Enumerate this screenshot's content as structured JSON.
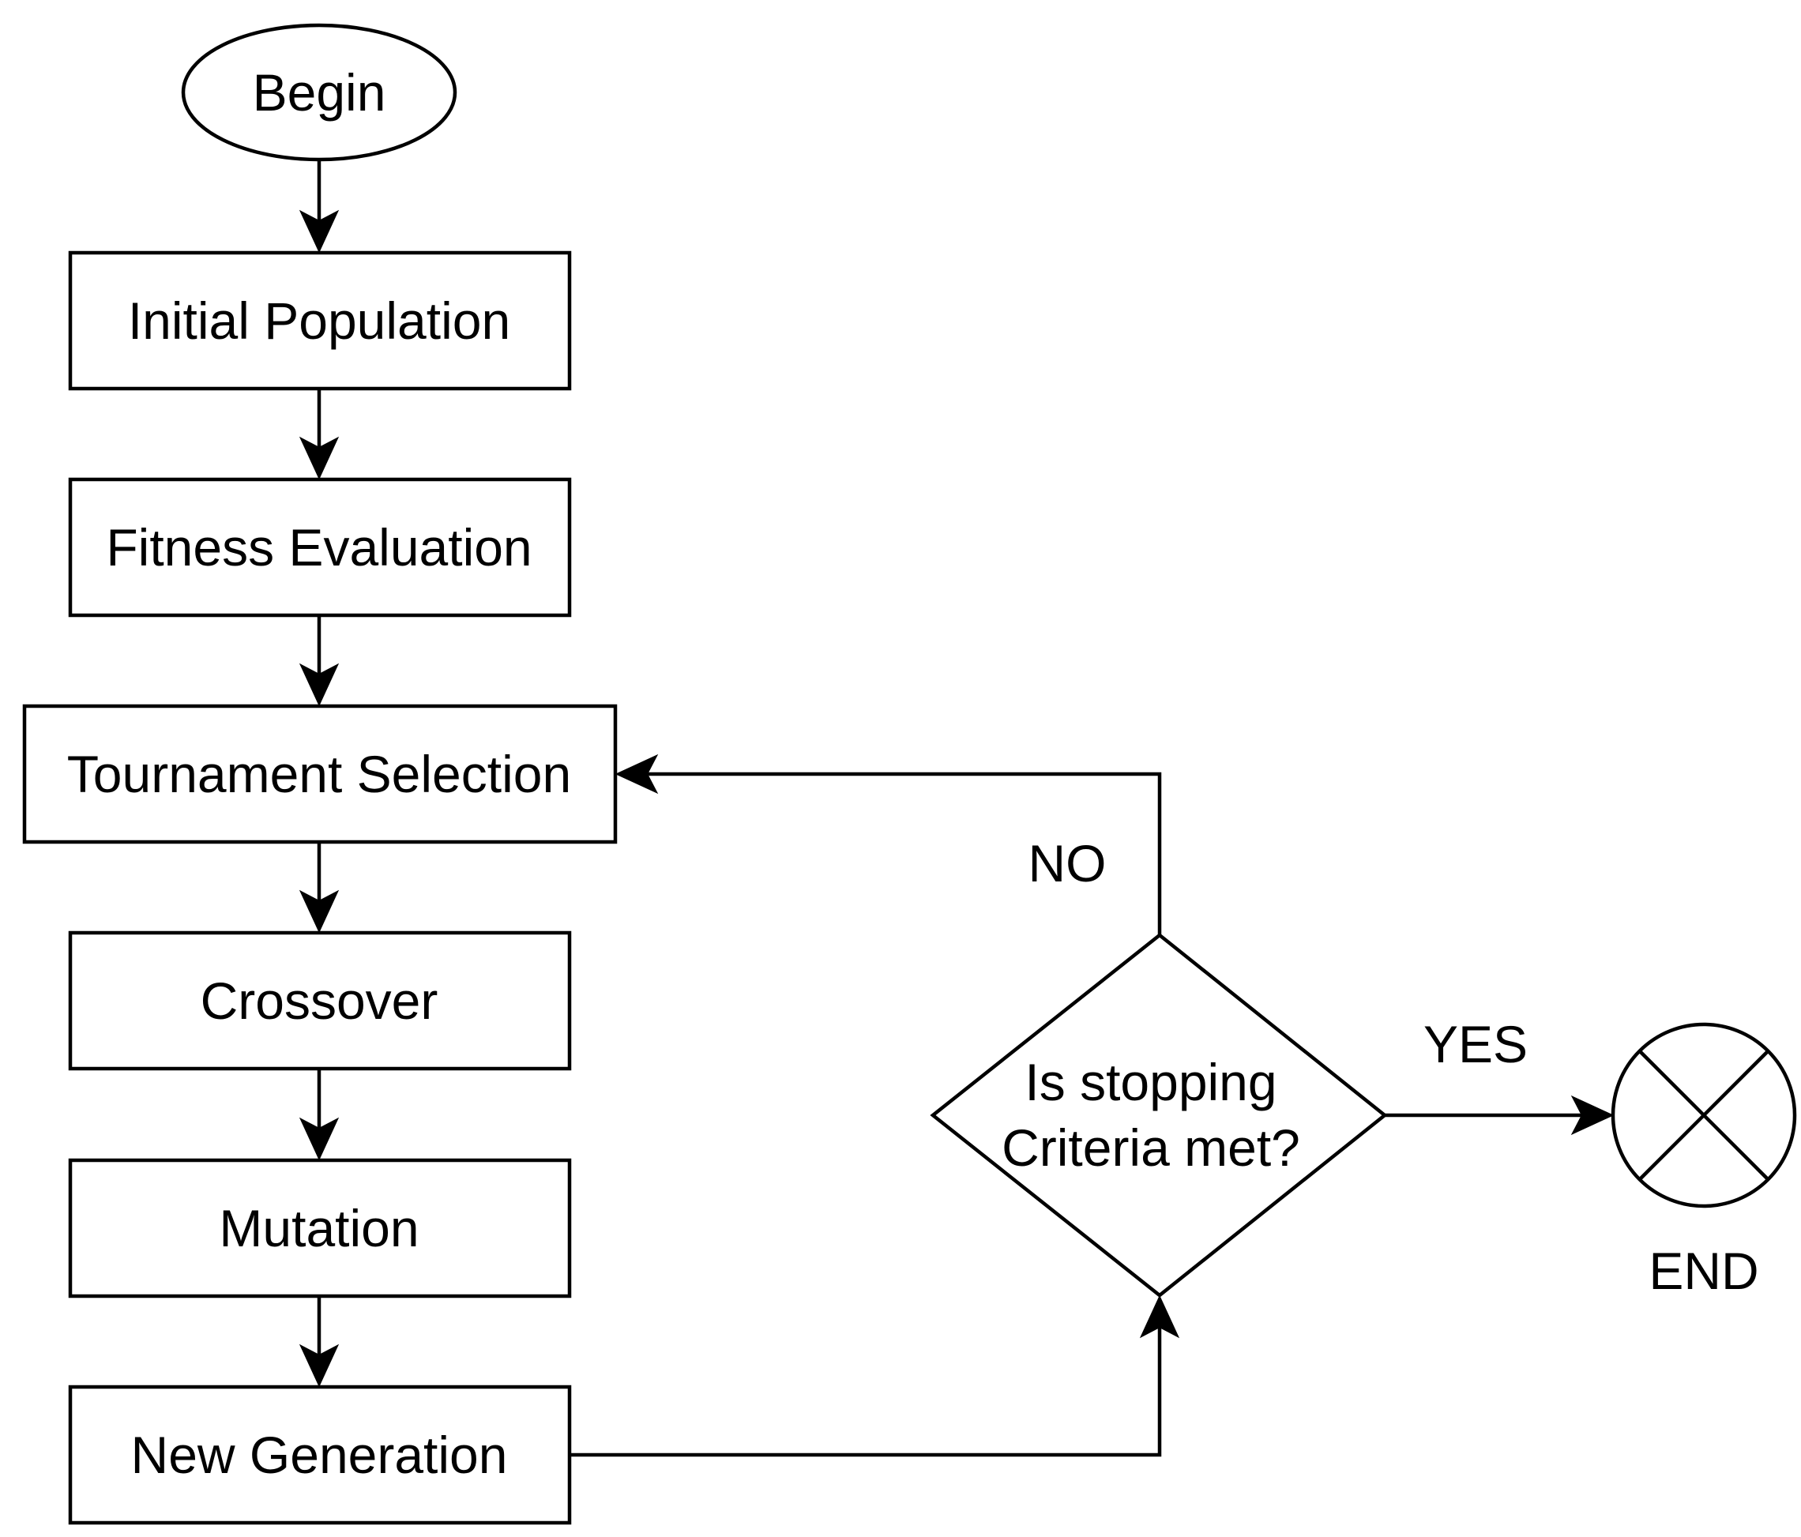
{
  "diagram": {
    "begin": "Begin",
    "steps": {
      "initial_population": "Initial Population",
      "fitness_evaluation": "Fitness Evaluation",
      "tournament_selection": "Tournament Selection",
      "crossover": "Crossover",
      "mutation": "Mutation",
      "new_generation": "New Generation"
    },
    "decision": {
      "line1": "Is stopping",
      "line2": "Criteria met?"
    },
    "no_label": "NO",
    "yes_label": "YES",
    "end": "END"
  }
}
